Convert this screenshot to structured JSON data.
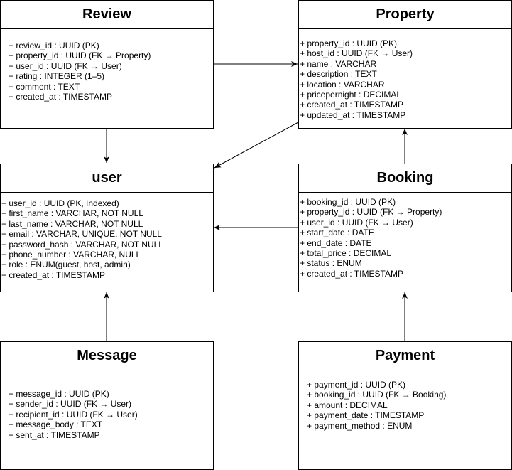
{
  "entities": {
    "review": {
      "title": "Review",
      "fields": [
        "+ review_id : UUID (PK)",
        "+ property_id : UUID (FK → Property)",
        "+ user_id : UUID (FK → User)",
        "+ rating : INTEGER (1–5)",
        "+ comment : TEXT",
        "+ created_at : TIMESTAMP"
      ]
    },
    "property": {
      "title": "Property",
      "fields": [
        "+ property_id : UUID (PK)",
        "+ host_id : UUID (FK → User)",
        "+ name : VARCHAR",
        "+ description : TEXT",
        "+ location : VARCHAR",
        "+ pricepernight : DECIMAL",
        "+ created_at : TIMESTAMP",
        "+ updated_at : TIMESTAMP"
      ]
    },
    "user": {
      "title": "user",
      "fields": [
        "+ user_id : UUID (PK, Indexed)",
        "+ first_name : VARCHAR, NOT NULL",
        "+ last_name : VARCHAR, NOT NULL",
        "+ email : VARCHAR, UNIQUE, NOT NULL",
        "+ password_hash : VARCHAR, NOT NULL",
        "+ phone_number : VARCHAR, NULL",
        "+ role : ENUM(guest, host, admin)",
        "+ created_at : TIMESTAMP"
      ]
    },
    "booking": {
      "title": "Booking",
      "fields": [
        "+ booking_id : UUID (PK)",
        "+ property_id : UUID (FK → Property)",
        "+ user_id : UUID (FK → User)",
        "+ start_date : DATE",
        "+ end_date : DATE",
        "+ total_price : DECIMAL",
        "+ status : ENUM",
        "+ created_at : TIMESTAMP"
      ]
    },
    "message": {
      "title": "Message",
      "fields": [
        "+ message_id : UUID (PK)",
        "+ sender_id : UUID (FK → User)",
        "+ recipient_id : UUID (FK → User)",
        "+ message_body : TEXT",
        "+ sent_at : TIMESTAMP"
      ]
    },
    "payment": {
      "title": "Payment",
      "fields": [
        "+ payment_id : UUID (PK)",
        "+ booking_id : UUID (FK → Booking)",
        "+ amount : DECIMAL",
        "+ payment_date : TIMESTAMP",
        "+ payment_method : ENUM"
      ]
    }
  },
  "colors": {
    "stroke": "#000000",
    "background": "#ffffff"
  }
}
